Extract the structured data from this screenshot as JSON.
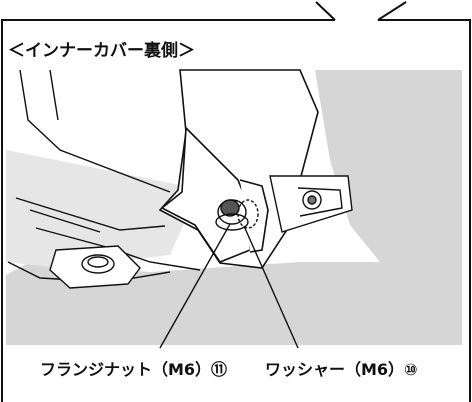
{
  "title": "＜インナーカバー裏側＞",
  "callouts": {
    "flange_nut": "フランジナット（M6）⑪",
    "washer": "ワッシャー（M6）⑩"
  },
  "colors": {
    "shade": "#d4d4d4",
    "line": "#111111",
    "background": "#ffffff"
  }
}
